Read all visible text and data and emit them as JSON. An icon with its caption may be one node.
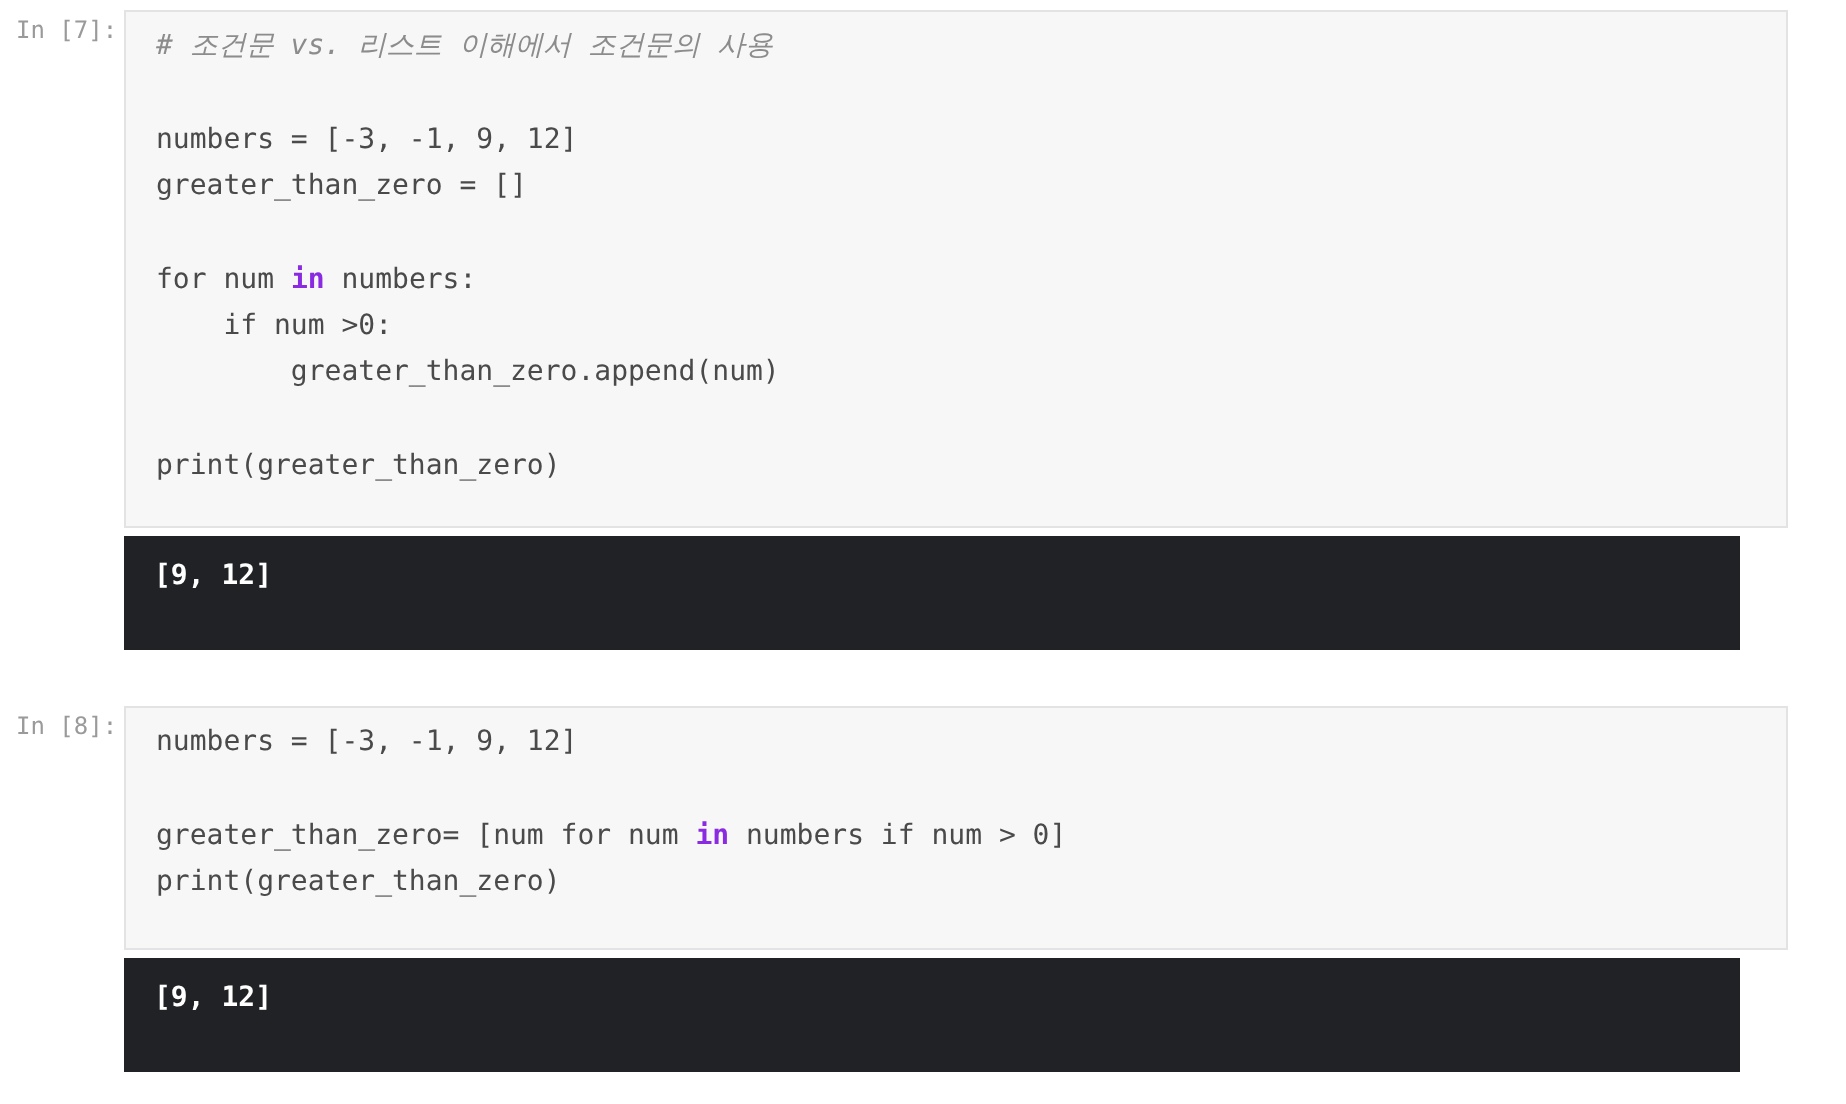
{
  "diagram": {
    "nodes": [
      {
        "text": [
          "# 조건문 vs. 리스트 이해에서 조건문의 사용",
          "numbers = [-3, -1, 9, 12]",
          "greater_than_zero = []",
          "for num **in** numbers:",
          "    if num >0:",
          "        greater_than_zero.append(num)",
          "print(greater_than_zero)"
        ],
        "beside": [
          "In [7]:"
        ]
      },
      {
        "text": [
          "[9, 12]"
        ]
      },
      {
        "text": [
          "numbers = [-3, -1, 9, 12]",
          "greater_than_zero= [num for num **in** numbers if num > 0]",
          "print(greater_than_zero)"
        ],
        "beside": [
          "In [8]:"
        ]
      },
      {
        "text": [
          "[9, 12]"
        ]
      }
    ]
  }
}
